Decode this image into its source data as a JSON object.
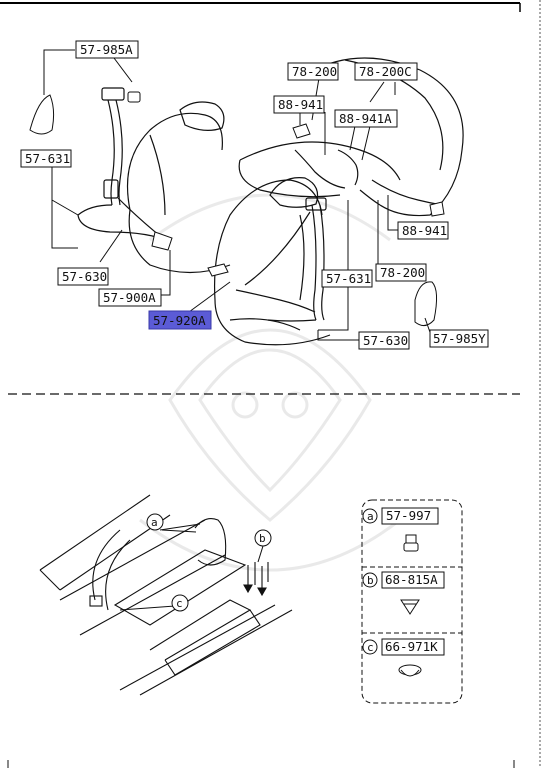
{
  "labels": {
    "belt_985a": "57-985A",
    "belt_631_left": "57-631",
    "belt_630_left": "57-630",
    "belt_900a": "57-900A",
    "belt_920a": "57-920A",
    "lbl_78200": "78-200",
    "lbl_78200c": "78-200C",
    "lbl_88941_top": "88-941",
    "lbl_88941a": "88-941A",
    "lbl_88941_right": "88-941",
    "lbl_78200_right": "78-200",
    "belt_631_right": "57-631",
    "belt_630_right": "57-630",
    "belt_985y": "57-985Y"
  },
  "detail": {
    "callout_a": "a",
    "callout_b": "b",
    "callout_c": "c",
    "legend": [
      {
        "key": "a",
        "part": "57-997"
      },
      {
        "key": "b",
        "part": "68-815A"
      },
      {
        "key": "c",
        "part": "66-971K"
      }
    ]
  },
  "highlight_color": "#5b5bd6"
}
